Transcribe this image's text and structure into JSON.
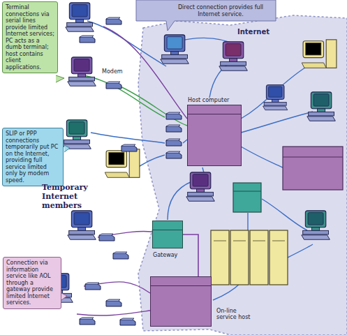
{
  "diagram": {
    "nodes": [
      {
        "text": [
          "Terminal connections via serial lines provide limited Internet services; PC acts as a dumb terminal; host contains client applications."
        ]
      },
      {
        "text": [
          "Direct connection provides full Internet service."
        ]
      },
      {
        "text": [
          "Host computer"
        ]
      },
      {
        "text": [
          "SLIP or PPP connections temporarily put PC on the Internet, providing full service limited only by modem speed."
        ]
      },
      {
        "text": [
          "Gateway"
        ]
      },
      {
        "text": [
          "Connection via information service like AOL through a gateway provide limited Internet services."
        ]
      },
      {
        "text": [
          "On-line service host"
        ]
      }
    ],
    "edges": [
      {
        "from": 4,
        "to": 6,
        "arrow": "none"
      }
    ],
    "labels": [
      "Internet",
      "Modem",
      "Temporary Internet members"
    ]
  }
}
